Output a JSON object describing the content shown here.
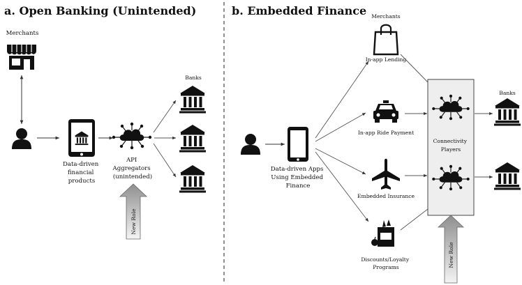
{
  "panel_a": {
    "title": "a. Open Banking (Unintended)",
    "merchants_label": "Merchants",
    "product_label": [
      "Data-driven",
      "financial",
      "products"
    ],
    "aggregator_label": [
      "API",
      "Aggregators",
      "(unintended)"
    ],
    "banks_label": "Banks",
    "new_role_label": "New Role"
  },
  "panel_b": {
    "title": "b. Embedded Finance",
    "merchants_label": "Merchants",
    "apps_label": [
      "Data-driven Apps",
      "Using Embedded",
      "Finance"
    ],
    "services": [
      {
        "label": "In-app Lending",
        "icon": "shopping-bag-icon"
      },
      {
        "label": "In-app Ride Payment",
        "icon": "taxi-icon"
      },
      {
        "label": "Embedded Insurance",
        "icon": "airplane-icon"
      },
      {
        "label": [
          "Discounts/Loyalty",
          "Programs"
        ],
        "icon": "grocery-bag-icon"
      }
    ],
    "connectivity_label": [
      "Connectivity",
      "Players"
    ],
    "banks_label": "Banks",
    "new_role_label": "New Role"
  },
  "colors": {
    "line": "#555555",
    "icon": "#111111",
    "connectivity_box": "#eeeeee",
    "arrow_light": "#f2f2f2",
    "arrow_dark": "#9a9a9a"
  }
}
